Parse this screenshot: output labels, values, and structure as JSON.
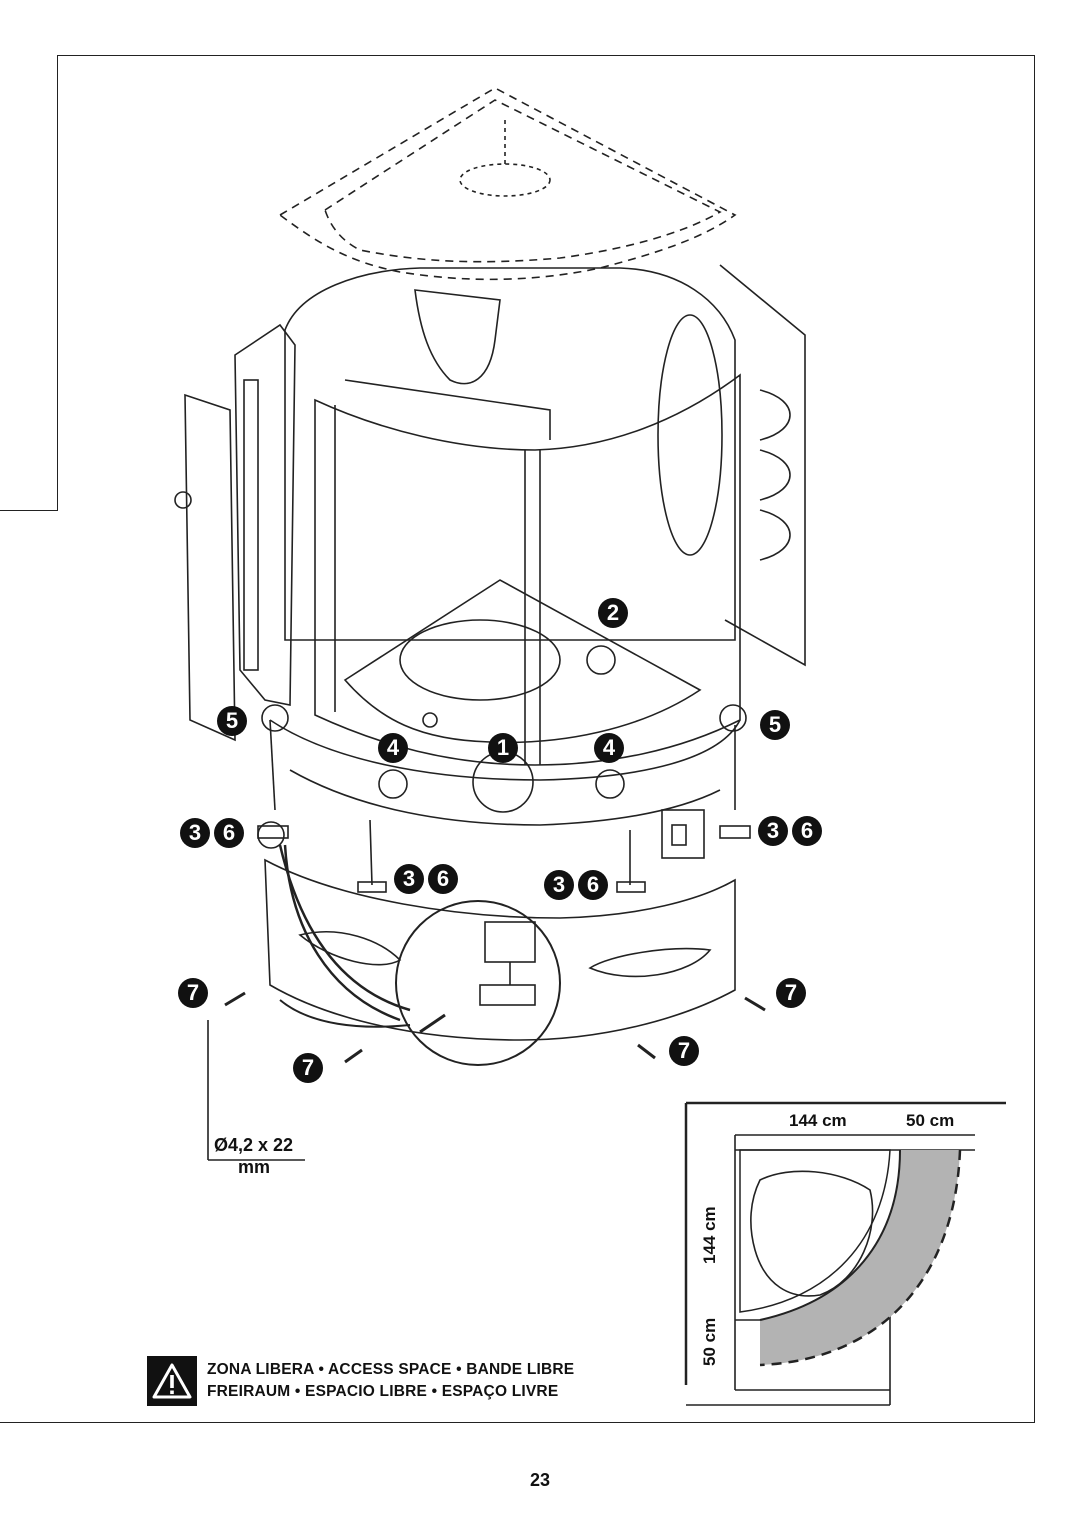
{
  "callouts": {
    "one": "1",
    "two": "2",
    "three": "3",
    "four": "4",
    "five": "5",
    "six": "6",
    "seven": "7"
  },
  "screw_spec": {
    "line1": "Ø4,2 x 22",
    "line2": "mm"
  },
  "access_zone": {
    "warning_icon": "warning-triangle-icon",
    "line1": "ZONA LIBERA • ACCESS SPACE • BANDE LIBRE",
    "line2": "FREIRAUM • ESPACIO LIBRE • ESPAÇO LIVRE"
  },
  "dimensions": {
    "width_cabin": "144 cm",
    "width_free": "50 cm",
    "depth_cabin": "144 cm",
    "depth_free": "50 cm"
  },
  "page_number": "23",
  "colors": {
    "ink": "#111111",
    "access_zone_fill": "#b3b3b3"
  }
}
